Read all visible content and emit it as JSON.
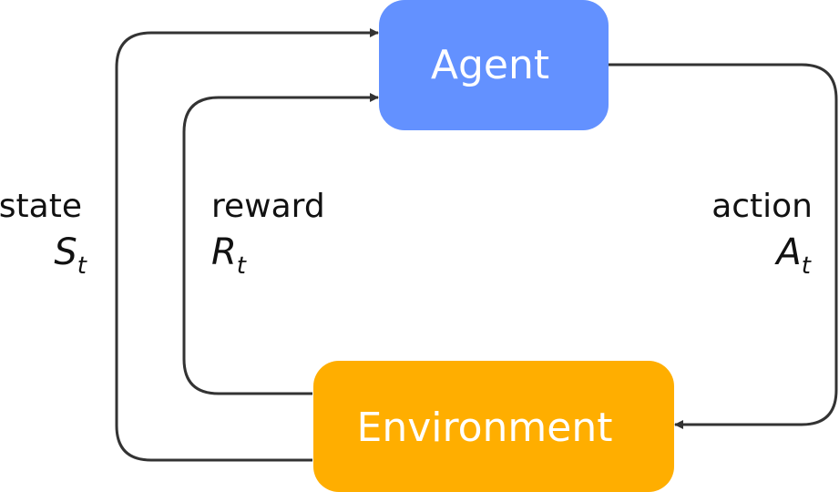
{
  "colors": {
    "agent_fill": "#6391FF",
    "environment_fill": "#FFAE00",
    "node_text": "#FFFFFF",
    "edge_stroke": "#333333",
    "label_text": "#111111"
  },
  "nodes": {
    "agent": {
      "label": "Agent"
    },
    "environment": {
      "label": "Environment"
    }
  },
  "edges": {
    "action": {
      "label": "action",
      "symbol": "A",
      "subscript": "t"
    },
    "state": {
      "label": "state",
      "symbol": "S",
      "subscript": "t"
    },
    "reward": {
      "label": "reward",
      "symbol": "R",
      "subscript": "t"
    }
  }
}
